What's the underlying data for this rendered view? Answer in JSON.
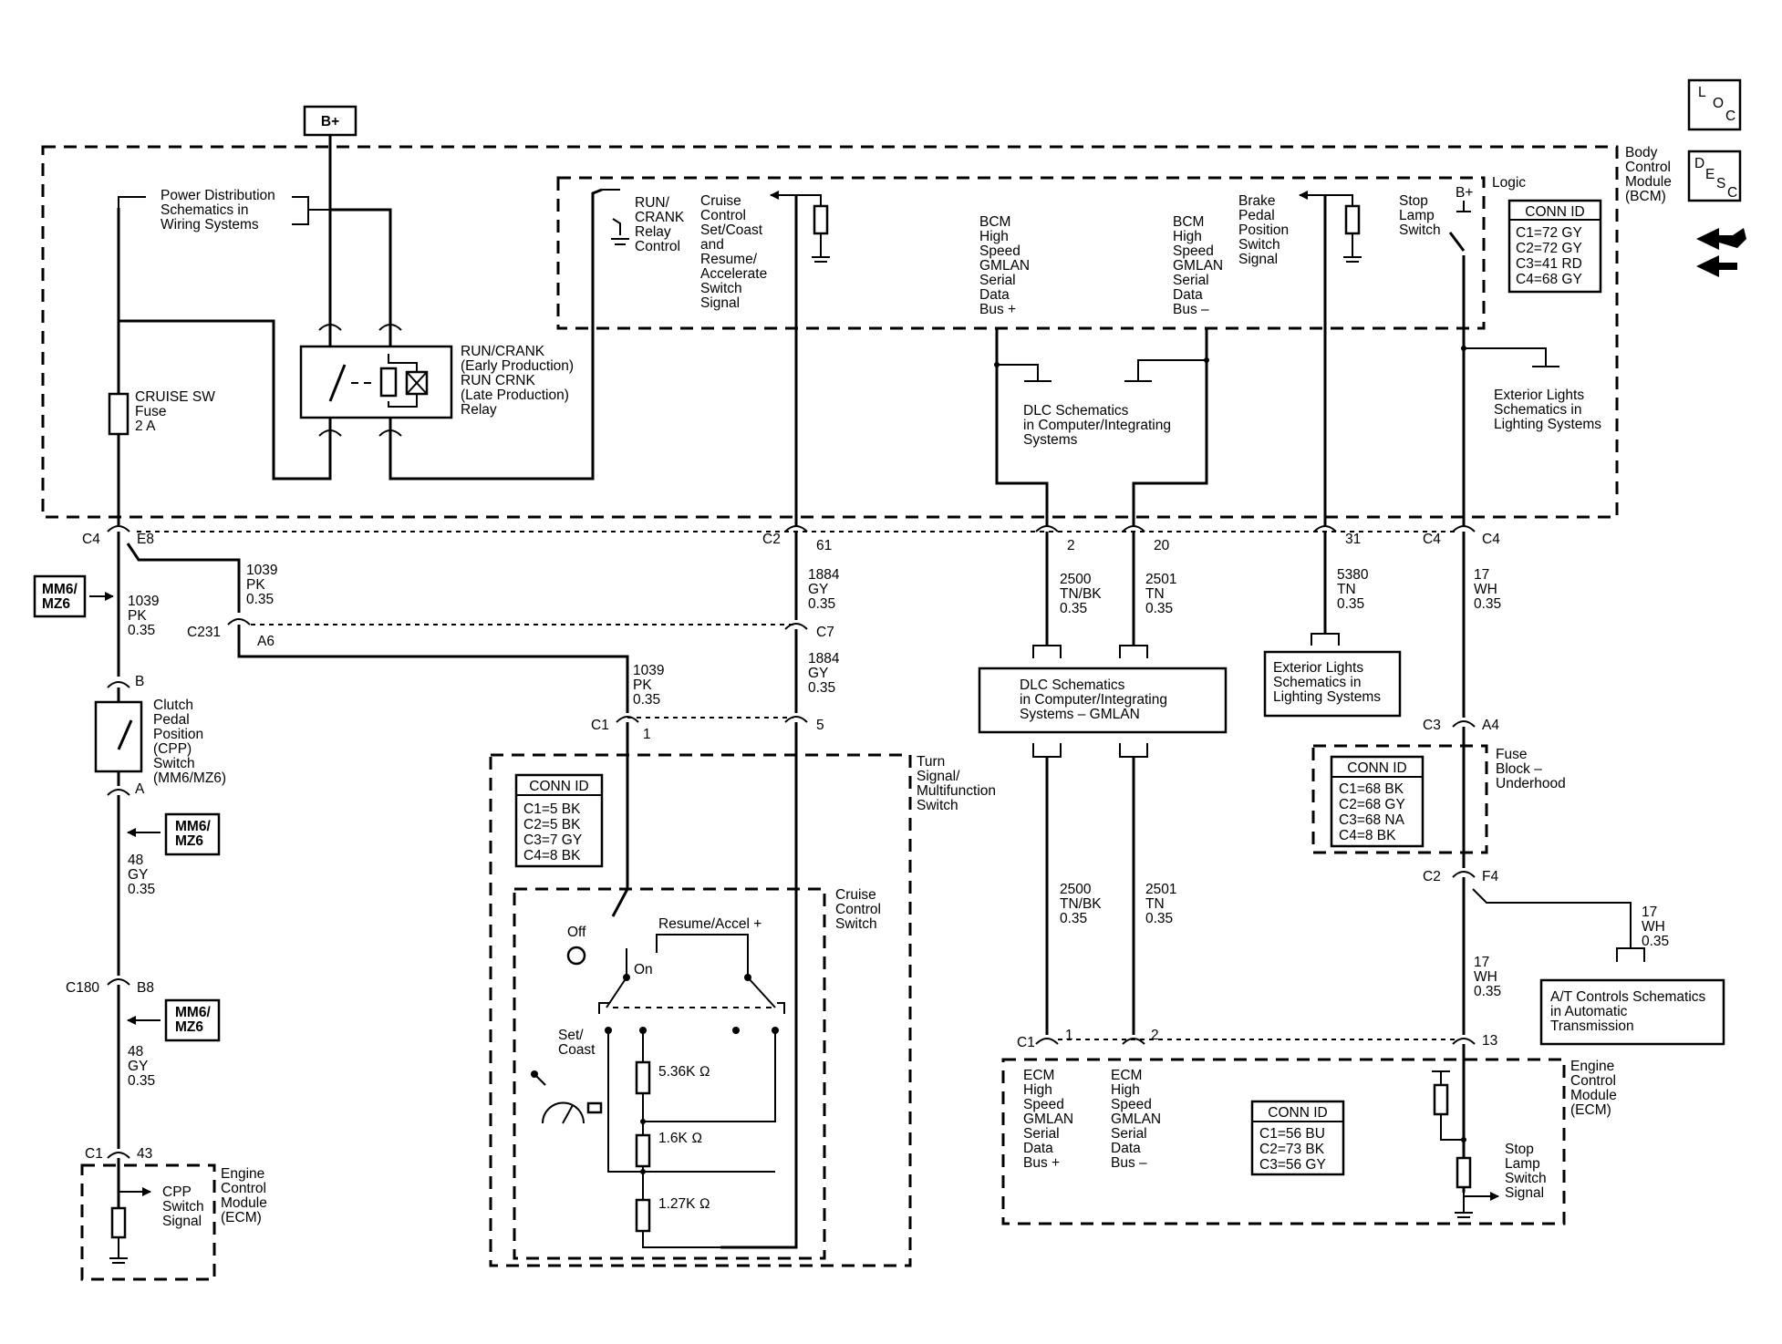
{
  "icons": {
    "loc": [
      "L",
      "O",
      "C"
    ],
    "desc": [
      "D",
      "E",
      "S",
      "C"
    ],
    "service": "exchange-wrench-icon"
  },
  "b_plus": "B+",
  "bcm": {
    "name": [
      "Body",
      "Control",
      "Module",
      "(BCM)"
    ],
    "logic": "Logic",
    "conn_title": "CONN ID",
    "conn_ids": [
      "C1=72 GY",
      "C2=72 GY",
      "C3=41 RD",
      "C4=68 GY"
    ],
    "power_dist": [
      "Power Distribution",
      "Schematics in",
      "Wiring Systems"
    ],
    "relay": [
      "RUN/CRANK",
      "(Early Production)",
      "RUN CRNK",
      "(Late Production)",
      "Relay"
    ],
    "fuse": [
      "CRUISE SW",
      "Fuse",
      "2 A"
    ],
    "run_crank_control": [
      "RUN/",
      "CRANK",
      "Relay",
      "Control"
    ],
    "cruise_signal": [
      "Cruise",
      "Control",
      "Set/Coast",
      "and",
      "Resume/",
      "Accelerate",
      "Switch",
      "Signal"
    ],
    "gmlan_plus": [
      "BCM",
      "High",
      "Speed",
      "GMLAN",
      "Serial",
      "Data",
      "Bus +"
    ],
    "gmlan_minus": [
      "BCM",
      "High",
      "Speed",
      "GMLAN",
      "Serial",
      "Data",
      "Bus –"
    ],
    "brake_signal": [
      "Brake",
      "Pedal",
      "Position",
      "Switch",
      "Signal"
    ],
    "stop_lamp": [
      "Stop",
      "Lamp",
      "Switch"
    ],
    "stop_bplus": "B+",
    "dlc_inner": [
      "DLC Schematics",
      "in Computer/Integrating",
      "Systems"
    ],
    "ext_lights_inner": [
      "Exterior Lights",
      "Schematics in",
      "Lighting Systems"
    ]
  },
  "pins": {
    "c4_left": "C4",
    "e8": "E8",
    "c2": "C2",
    "p61": "61",
    "p2": "2",
    "p20": "20",
    "p31": "31",
    "c4_r1": "C4",
    "c4_r2": "C4",
    "c231": "C231",
    "a6": "A6",
    "c7": "C7",
    "c1_tsw": "C1",
    "p1_tsw": "1",
    "p5_tsw": "5",
    "b": "B",
    "a": "A",
    "c180": "C180",
    "b8": "B8",
    "c1_ecm": "C1",
    "p43": "43",
    "c3_fb": "C3",
    "a4": "A4",
    "c2_fb": "C2",
    "f4": "F4",
    "c1_ecm_r": "C1",
    "p1_ecm": "1",
    "p2_ecm": "2",
    "p13_ecm": "13"
  },
  "wires": {
    "w1039_a": [
      "1039",
      "PK",
      "0.35"
    ],
    "w1039_b": [
      "1039",
      "PK",
      "0.35"
    ],
    "w1039_c": [
      "1039",
      "PK",
      "0.35"
    ],
    "w1884_a": [
      "1884",
      "GY",
      "0.35"
    ],
    "w1884_b": [
      "1884",
      "GY",
      "0.35"
    ],
    "w2500_a": [
      "2500",
      "TN/BK",
      "0.35"
    ],
    "w2501_a": [
      "2501",
      "TN",
      "0.35"
    ],
    "w5380": [
      "5380",
      "TN",
      "0.35"
    ],
    "w17_a": [
      "17",
      "WH",
      "0.35"
    ],
    "w48_a": [
      "48",
      "GY",
      "0.35"
    ],
    "w48_b": [
      "48",
      "GY",
      "0.35"
    ],
    "w2500_b": [
      "2500",
      "TN/BK",
      "0.35"
    ],
    "w2501_b": [
      "2501",
      "TN",
      "0.35"
    ],
    "w17_b": [
      "17",
      "WH",
      "0.35"
    ],
    "w17_c": [
      "17",
      "WH",
      "0.35"
    ]
  },
  "options": {
    "a": [
      "MM6/",
      "MZ6"
    ],
    "b": [
      "MM6/",
      "MZ6"
    ],
    "c": [
      "MM6/",
      "MZ6"
    ]
  },
  "cpp_switch": [
    "Clutch",
    "Pedal",
    "Position",
    "(CPP)",
    "Switch",
    "(MM6/MZ6)"
  ],
  "ecm_left": {
    "signal": [
      "CPP",
      "Switch",
      "Signal"
    ],
    "name": [
      "Engine",
      "Control",
      "Module",
      "(ECM)"
    ]
  },
  "turn_signal": {
    "name": [
      "Turn",
      "Signal/",
      "Multifunction",
      "Switch"
    ],
    "conn_title": "CONN ID",
    "conn_ids": [
      "C1=5 BK",
      "C2=5 BK",
      "C3=7 GY",
      "C4=8 BK"
    ],
    "cruise_switch": [
      "Cruise",
      "Control",
      "Switch"
    ],
    "off": "Off",
    "on": "On",
    "resume": "Resume/Accel +",
    "set": [
      "Set/",
      "Coast"
    ],
    "r1": "5.36K Ω",
    "r2": "1.6K Ω",
    "r3": "1.27K Ω"
  },
  "dlc_box": [
    "DLC Schematics",
    "in Computer/Integrating",
    "Systems – GMLAN"
  ],
  "ext_lights_box": [
    "Exterior Lights",
    "Schematics in",
    "Lighting Systems"
  ],
  "fuse_block": {
    "name": [
      "Fuse",
      "Block –",
      "Underhood"
    ],
    "conn_title": "CONN ID",
    "conn_ids": [
      "C1=68 BK",
      "C2=68 GY",
      "C3=68 NA",
      "C4=8 BK"
    ]
  },
  "at_box": [
    "A/T Controls Schematics",
    "in Automatic",
    "Transmission"
  ],
  "ecm_right": {
    "name": [
      "Engine",
      "Control",
      "Module",
      "(ECM)"
    ],
    "gmlan_plus": [
      "ECM",
      "High",
      "Speed",
      "GMLAN",
      "Serial",
      "Data",
      "Bus +"
    ],
    "gmlan_minus": [
      "ECM",
      "High",
      "Speed",
      "GMLAN",
      "Serial",
      "Data",
      "Bus –"
    ],
    "conn_title": "CONN ID",
    "conn_ids": [
      "C1=56 BU",
      "C2=73 BK",
      "C3=56 GY"
    ],
    "stop_lamp": [
      "Stop",
      "Lamp",
      "Switch",
      "Signal"
    ]
  }
}
